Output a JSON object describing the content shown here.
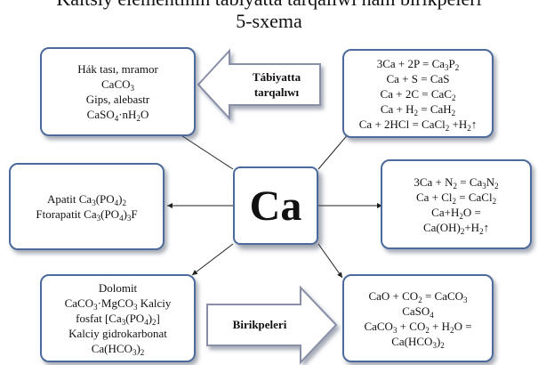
{
  "title_cut": "Kaltsiy elementinin tábiyatta tarqalıwı hám birikpeleri",
  "title": "5-sxema",
  "center": "Ca",
  "arrow_nature": [
    "Tábiyatta",
    "tarqalıwı"
  ],
  "arrow_compounds": "Birikpeleri",
  "boxes": {
    "top_left": [
      [
        {
          "t": "Hák tası, mramor"
        }
      ],
      [
        {
          "t": "CaCO"
        },
        {
          "s": "3"
        }
      ],
      [
        {
          "t": "Gips, alebastr"
        }
      ],
      [
        {
          "t": "CaSO"
        },
        {
          "s": "4"
        },
        {
          "t": "·nH"
        },
        {
          "s": "2"
        },
        {
          "t": "O"
        }
      ]
    ],
    "mid_left": [
      [
        {
          "t": "Apatit Ca"
        },
        {
          "s": "3"
        },
        {
          "t": "(PO"
        },
        {
          "s": "4"
        },
        {
          "t": ")"
        },
        {
          "s": "2"
        }
      ],
      [
        {
          "t": "Ftorapatit Ca"
        },
        {
          "s": "3"
        },
        {
          "t": "(PO"
        },
        {
          "s": "4"
        },
        {
          "t": ")"
        },
        {
          "s": "3"
        },
        {
          "t": "F"
        }
      ]
    ],
    "bottom_left": [
      [
        {
          "t": "Dolomit"
        }
      ],
      [
        {
          "t": "CaCO"
        },
        {
          "s": "3"
        },
        {
          "t": "·MgCO"
        },
        {
          "s": "3"
        },
        {
          "t": " Kalciy"
        }
      ],
      [
        {
          "t": "fosfat [Ca"
        },
        {
          "s": "3"
        },
        {
          "t": "(PO"
        },
        {
          "s": "4"
        },
        {
          "t": ")"
        },
        {
          "s": "2"
        },
        {
          "t": "]"
        }
      ],
      [
        {
          "t": "Kalciy gidrokarbonat"
        }
      ],
      [
        {
          "t": "Ca(HCO"
        },
        {
          "s": "3"
        },
        {
          "t": ")"
        },
        {
          "s": "2"
        }
      ]
    ],
    "top_right": [
      [
        {
          "t": "3Ca + 2P = Ca"
        },
        {
          "s": "3"
        },
        {
          "t": "P"
        },
        {
          "s": "2"
        }
      ],
      [
        {
          "t": "Ca + S = CaS"
        }
      ],
      [
        {
          "t": "Ca + 2C = CaC"
        },
        {
          "s": "2"
        }
      ],
      [
        {
          "t": "Ca + H"
        },
        {
          "s": "2"
        },
        {
          "t": " = CaH"
        },
        {
          "s": "2"
        }
      ],
      [
        {
          "t": "Ca + 2HCl = CaCl"
        },
        {
          "s": "2"
        },
        {
          "t": " +H"
        },
        {
          "s": "2"
        },
        {
          "t": "↑"
        }
      ]
    ],
    "mid_right": [
      [
        {
          "t": "3Ca + N"
        },
        {
          "s": "2"
        },
        {
          "t": " = Ca"
        },
        {
          "s": "3"
        },
        {
          "t": "N"
        },
        {
          "s": "2"
        }
      ],
      [
        {
          "t": "Ca + Cl"
        },
        {
          "s": "2"
        },
        {
          "t": " = CaCl"
        },
        {
          "s": "2"
        }
      ],
      [
        {
          "t": "Ca+H"
        },
        {
          "s": "2"
        },
        {
          "t": "O ="
        }
      ],
      [
        {
          "t": "Ca(OH)"
        },
        {
          "s": "2"
        },
        {
          "t": "+H"
        },
        {
          "s": "2"
        },
        {
          "t": "↑"
        }
      ]
    ],
    "bottom_right": [
      [
        {
          "t": "CaO + CO"
        },
        {
          "s": "2"
        },
        {
          "t": " = CaCO"
        },
        {
          "s": "3"
        }
      ],
      [
        {
          "t": "CaSO"
        },
        {
          "s": "4"
        }
      ],
      [
        {
          "t": "CaCO"
        },
        {
          "s": "3"
        },
        {
          "t": " + CO"
        },
        {
          "s": "2"
        },
        {
          "t": " + H"
        },
        {
          "s": "2"
        },
        {
          "t": "O ="
        }
      ],
      [
        {
          "t": "Ca(HCO"
        },
        {
          "s": "3"
        },
        {
          "t": ")"
        },
        {
          "s": "2"
        }
      ]
    ]
  },
  "colors": {
    "border": "#4d6a9c",
    "arrow_border": "#8a8fa8"
  }
}
